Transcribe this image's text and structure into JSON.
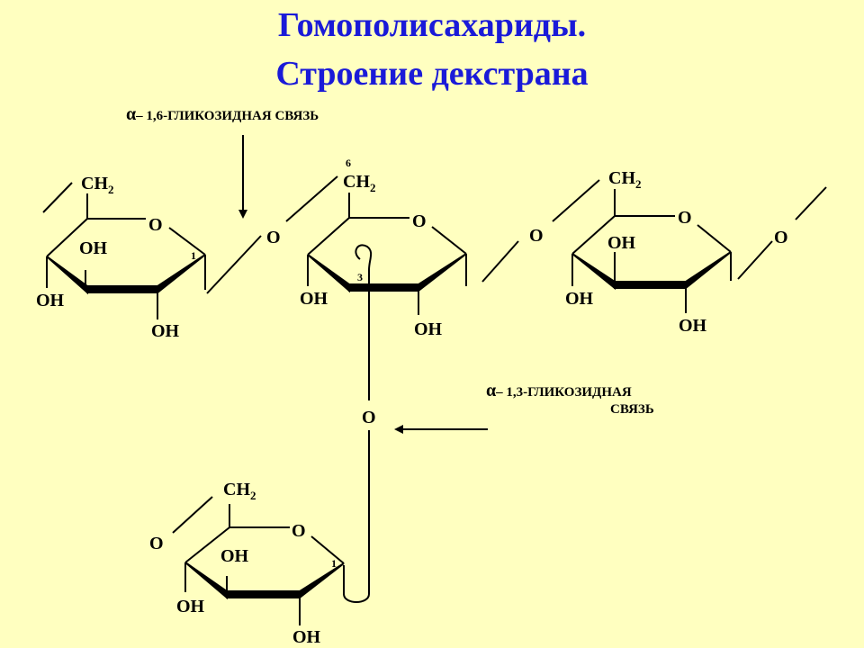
{
  "title": {
    "line1": "Гомополисахариды.",
    "line2": "Строение декстрана"
  },
  "annotations": {
    "bond16": {
      "alpha": "α",
      "text": "– 1,6-ГЛИКОЗИДНАЯ СВЯЗЬ"
    },
    "bond13": {
      "alpha": "α",
      "text": "– 1,3-ГЛИКОЗИДНАЯ",
      "text2": "СВЯЗЬ"
    }
  },
  "labels": {
    "ch": "CH",
    "sub2": "2",
    "o": "O",
    "oh": "OH",
    "c1": "1",
    "c3": "3",
    "c6": "6"
  },
  "colors": {
    "background": "#ffffc0",
    "title": "#1a1ad8",
    "structure": "#000000"
  }
}
